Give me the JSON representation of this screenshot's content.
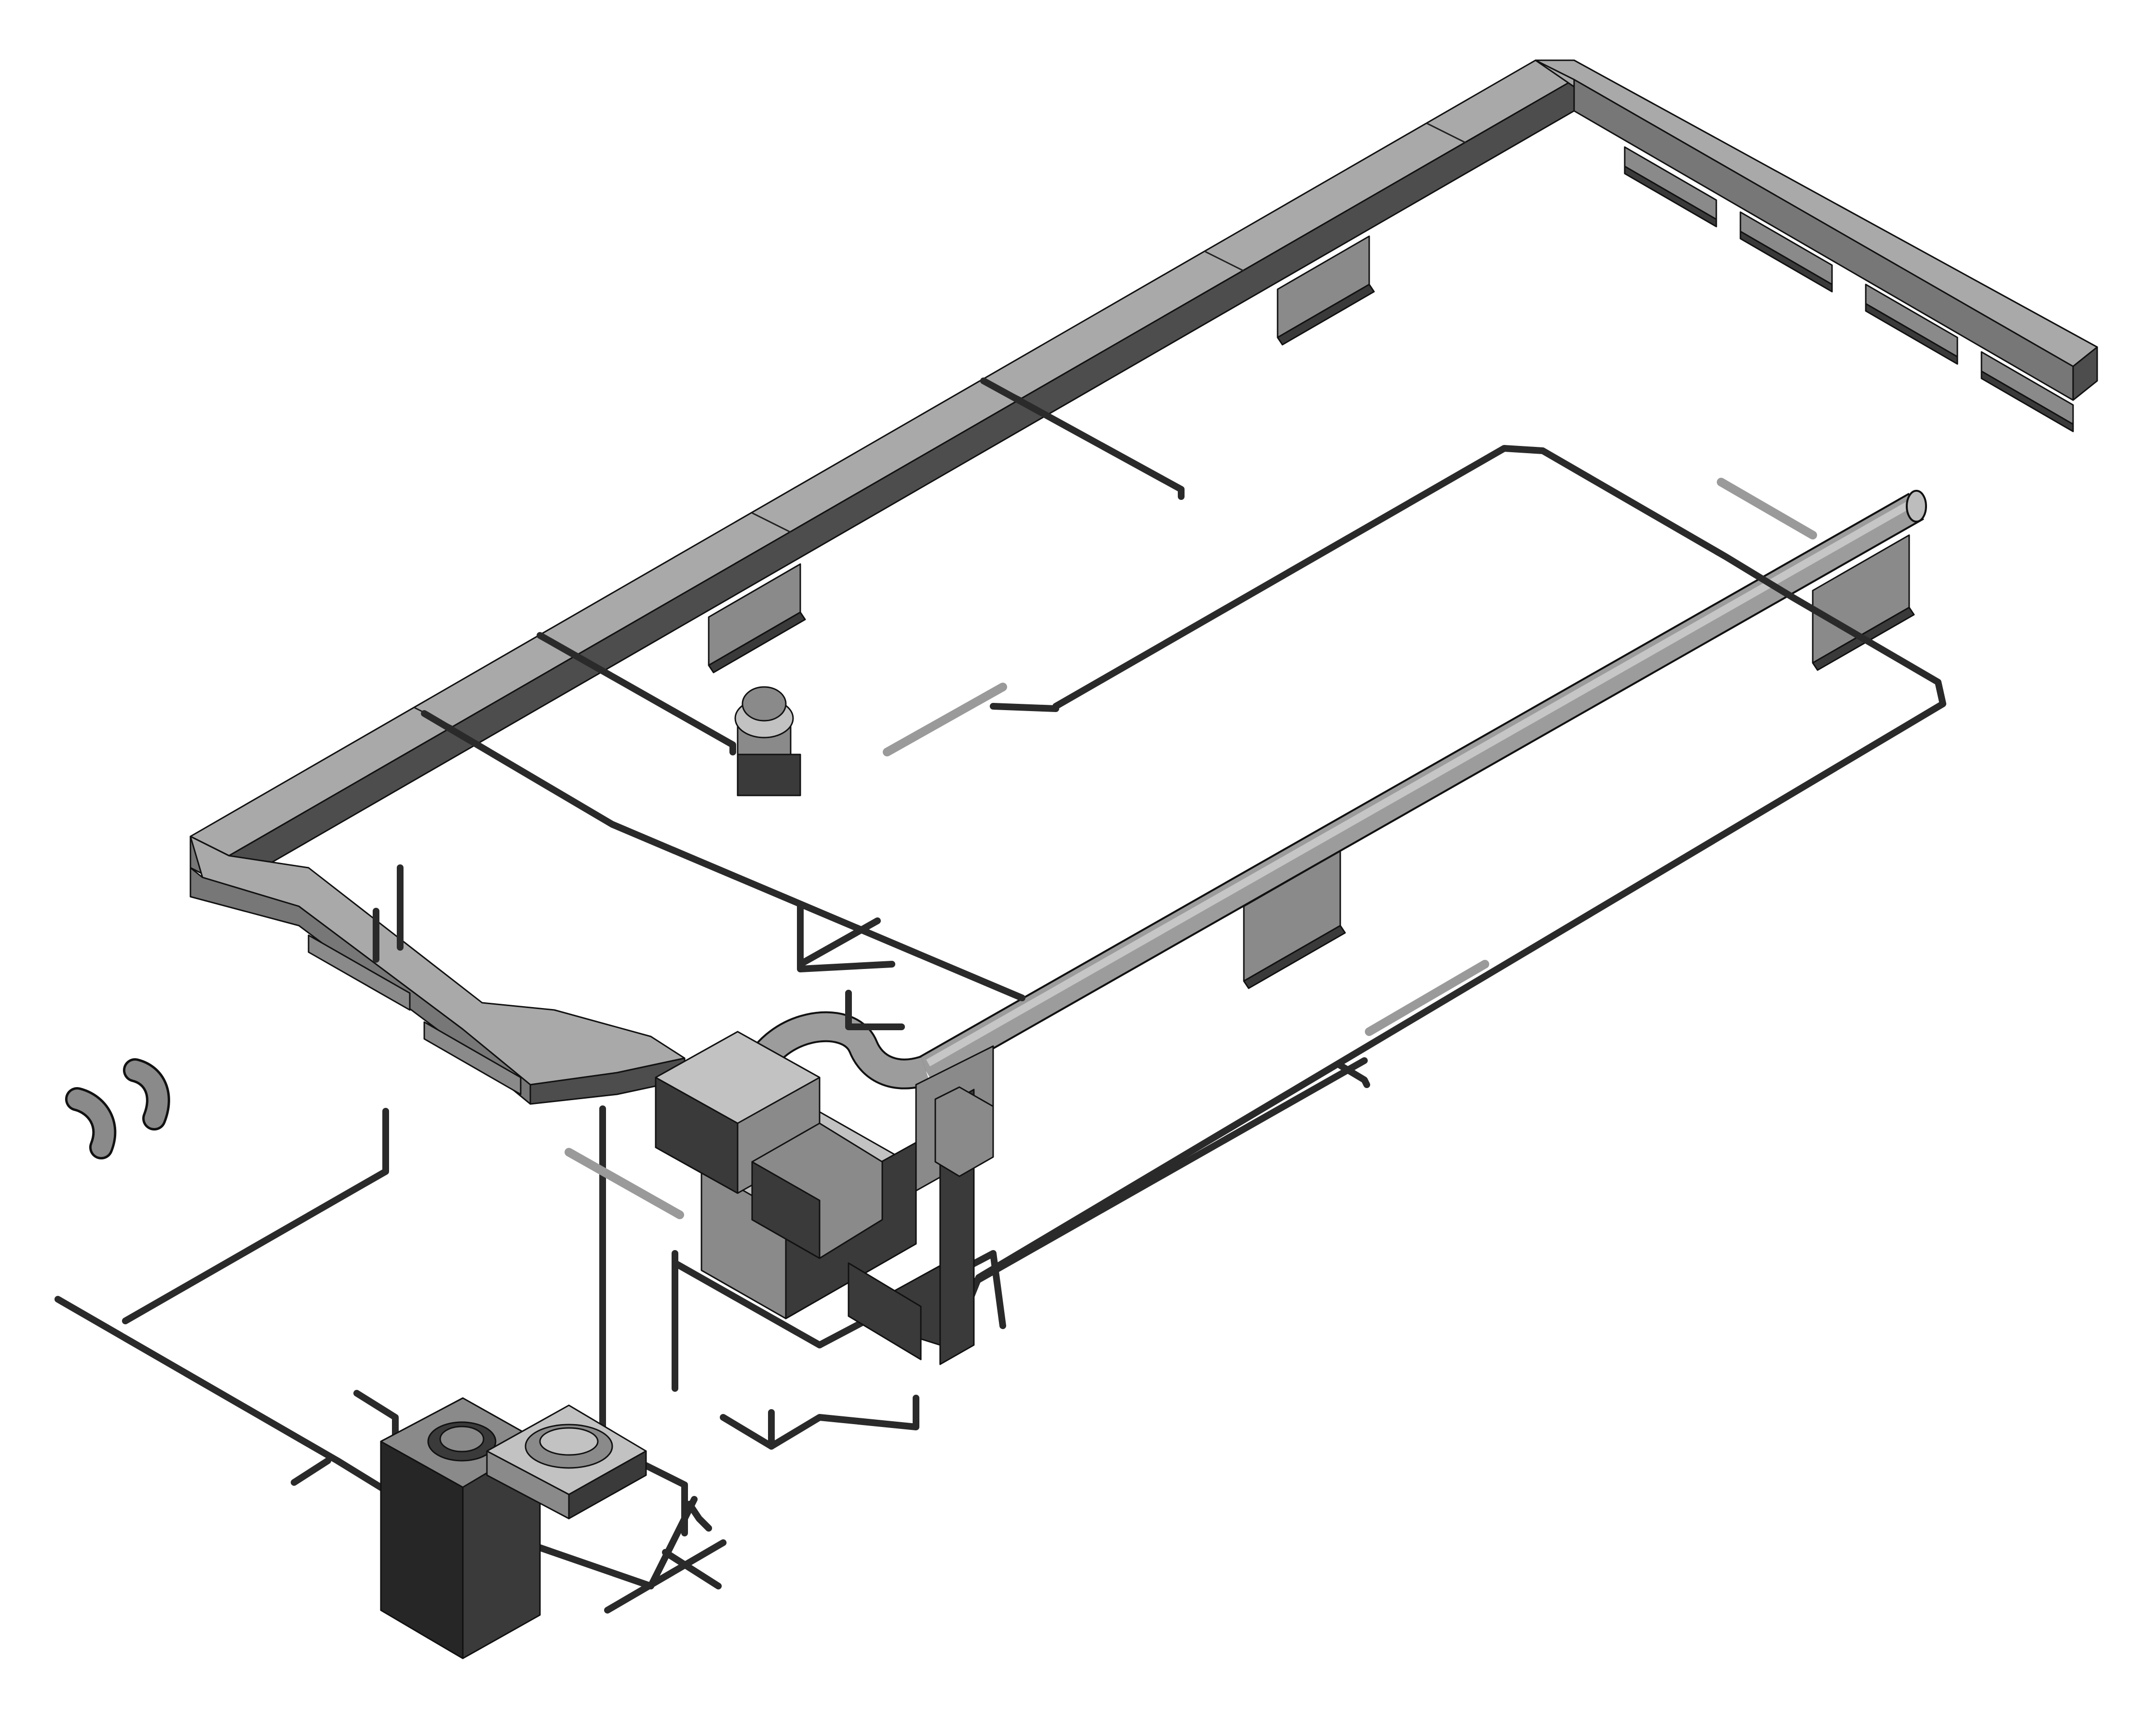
{
  "diagram": {
    "kind": "isometric-mep-3d-view",
    "text_labels": [],
    "colors": {
      "background": "#ffffff",
      "duct_top": "#a9a9a9",
      "duct_side": "#777777",
      "duct_bottom": "#4d4d4d",
      "pipe": "#2a2a2a",
      "equipment_dark": "#3a3a3a",
      "equipment_mid": "#8a8a8a",
      "equipment_light": "#c2c2c2",
      "outline": "#111111",
      "insulation": "#9a9a9a"
    },
    "components": [
      {
        "id": "supply-duct-main",
        "type": "rectangular-duct"
      },
      {
        "id": "supply-duct-branch-right",
        "type": "rectangular-duct"
      },
      {
        "id": "transition-duct-left",
        "type": "rectangular-duct"
      },
      {
        "id": "round-supply-duct",
        "type": "round-duct"
      },
      {
        "id": "air-handling-unit",
        "type": "equipment"
      },
      {
        "id": "water-heater",
        "type": "equipment"
      },
      {
        "id": "floor-sink",
        "type": "equipment"
      },
      {
        "id": "roof-exhaust-fan",
        "type": "equipment"
      },
      {
        "id": "diffusers",
        "type": "terminal"
      },
      {
        "id": "plumbing-piping",
        "type": "pipe-network"
      },
      {
        "id": "loose-elbows",
        "type": "fitting"
      }
    ]
  }
}
